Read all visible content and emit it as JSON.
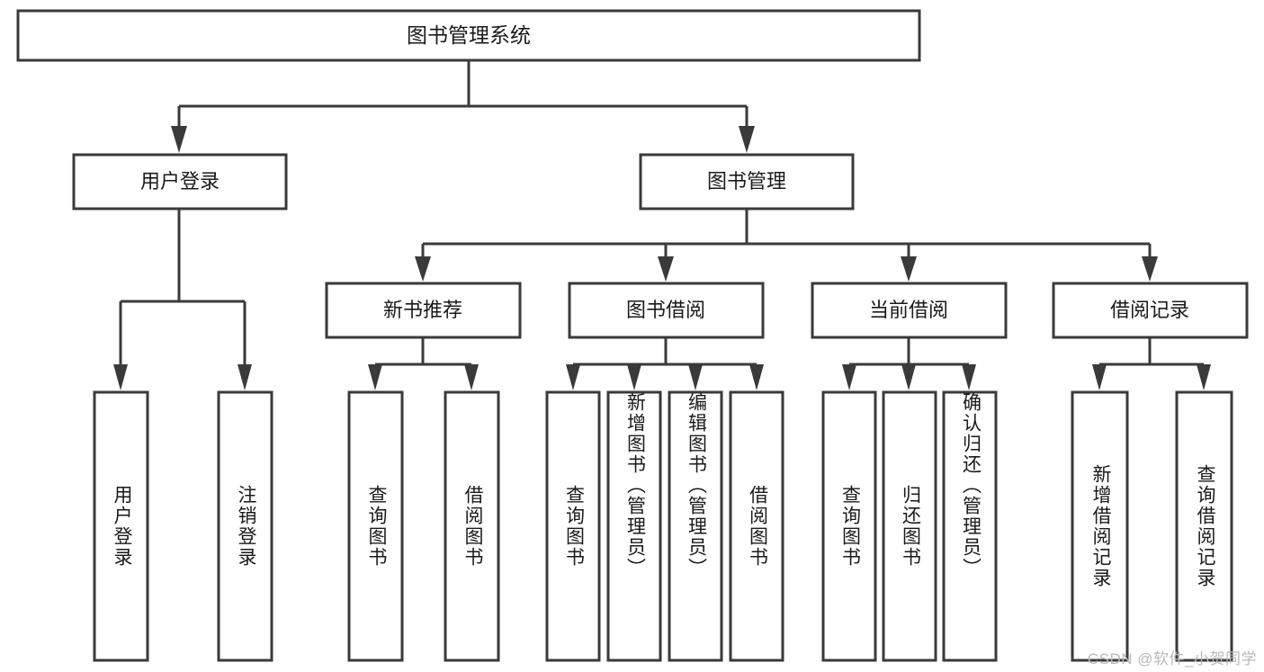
{
  "diagram": {
    "type": "tree-hierarchy",
    "title": "图书管理系统",
    "watermark": "CSDN @软件_小贺同学",
    "colors": {
      "box_stroke": "#3a3a3a",
      "box_fill": "#ffffff",
      "text": "#1a1a1a",
      "background": "#ffffff",
      "watermark": "#b9b9b9"
    },
    "levels": {
      "level1": [
        "图书管理系统"
      ],
      "level2": [
        "用户登录",
        "图书管理"
      ],
      "level3": [
        "新书推荐",
        "图书借阅",
        "当前借阅",
        "借阅记录"
      ],
      "level4": [
        "用户登录",
        "注销登录",
        "查询图书",
        "借阅图书",
        "查询图书",
        "新增图书（管理员）",
        "编辑图书（管理员）",
        "借阅图书",
        "查询图书",
        "归还图书",
        "确认归还（管理员）",
        "新增借阅记录",
        "查询借阅记录"
      ]
    },
    "nodes": {
      "root": {
        "label": "图书管理系统"
      },
      "user_login": {
        "label": "用户登录"
      },
      "book_manage": {
        "label": "图书管理"
      },
      "new_book_rec": {
        "label": "新书推荐"
      },
      "book_borrow": {
        "label": "图书借阅"
      },
      "current_borrow": {
        "label": "当前借阅"
      },
      "borrow_record": {
        "label": "借阅记录"
      },
      "leaf_user_login": {
        "label": "用户登录"
      },
      "leaf_logout": {
        "label": "注销登录"
      },
      "leaf_query_book_1": {
        "label": "查询图书"
      },
      "leaf_borrow_book_1": {
        "label": "借阅图书"
      },
      "leaf_query_book_2": {
        "label": "查询图书"
      },
      "leaf_add_book": {
        "label": "新增图书（管理员）"
      },
      "leaf_edit_book": {
        "label": "编辑图书（管理员）"
      },
      "leaf_borrow_book_2": {
        "label": "借阅图书"
      },
      "leaf_query_book_3": {
        "label": "查询图书"
      },
      "leaf_return_book": {
        "label": "归还图书"
      },
      "leaf_confirm_return": {
        "label": "确认归还（管理员）"
      },
      "leaf_add_record": {
        "label": "新增借阅记录"
      },
      "leaf_query_record": {
        "label": "查询借阅记录"
      }
    },
    "edges": [
      {
        "from": "root",
        "to": "user_login"
      },
      {
        "from": "root",
        "to": "book_manage"
      },
      {
        "from": "user_login",
        "to": "leaf_user_login"
      },
      {
        "from": "user_login",
        "to": "leaf_logout"
      },
      {
        "from": "book_manage",
        "to": "new_book_rec"
      },
      {
        "from": "book_manage",
        "to": "book_borrow"
      },
      {
        "from": "book_manage",
        "to": "current_borrow"
      },
      {
        "from": "book_manage",
        "to": "borrow_record"
      },
      {
        "from": "new_book_rec",
        "to": "leaf_query_book_1"
      },
      {
        "from": "new_book_rec",
        "to": "leaf_borrow_book_1"
      },
      {
        "from": "book_borrow",
        "to": "leaf_query_book_2"
      },
      {
        "from": "book_borrow",
        "to": "leaf_add_book"
      },
      {
        "from": "book_borrow",
        "to": "leaf_edit_book"
      },
      {
        "from": "book_borrow",
        "to": "leaf_borrow_book_2"
      },
      {
        "from": "current_borrow",
        "to": "leaf_query_book_3"
      },
      {
        "from": "current_borrow",
        "to": "leaf_return_book"
      },
      {
        "from": "current_borrow",
        "to": "leaf_confirm_return"
      },
      {
        "from": "borrow_record",
        "to": "leaf_add_record"
      },
      {
        "from": "borrow_record",
        "to": "leaf_query_record"
      }
    ]
  }
}
